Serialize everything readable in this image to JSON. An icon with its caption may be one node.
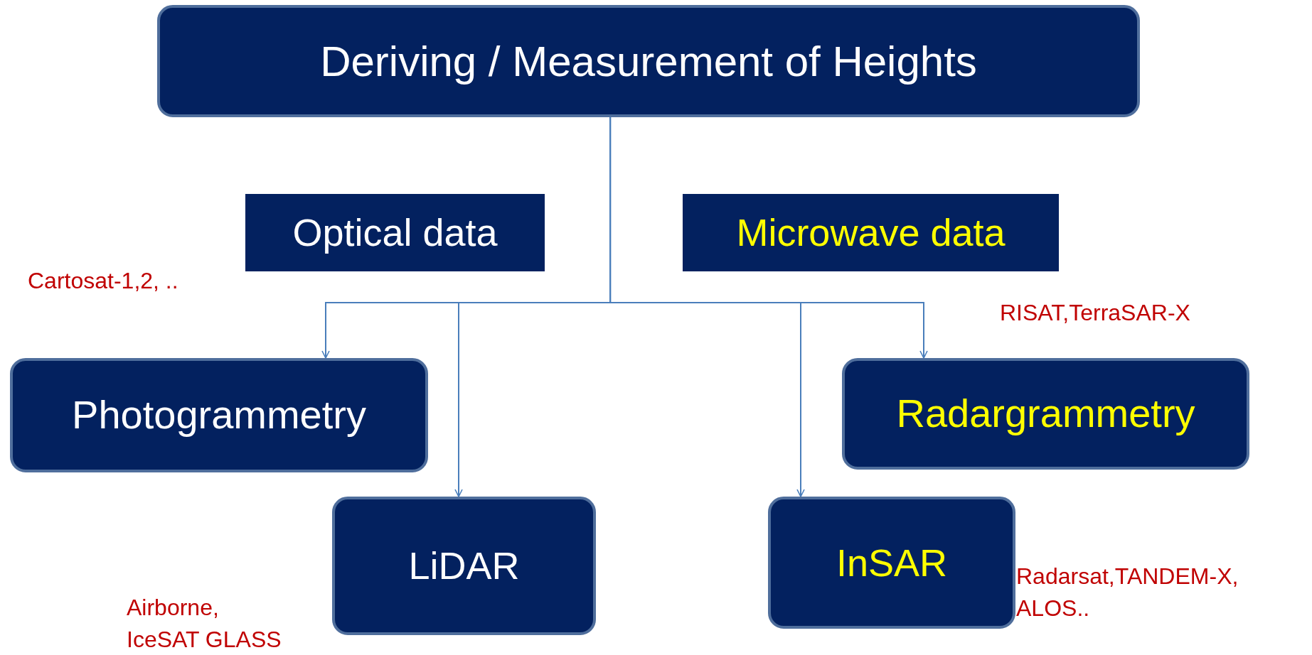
{
  "diagram": {
    "nodes": [
      {
        "text": [
          "Deriving / Measurement of Heights"
        ]
      },
      {
        "text": [
          "Optical data"
        ]
      },
      {
        "text": [
          "Microwave data"
        ]
      },
      {
        "text": [
          "Photogrammetry"
        ],
        "beside": [
          "Cartosat-1,2, .."
        ]
      },
      {
        "text": [
          "Radargrammetry"
        ],
        "beside": [
          "RISAT,TerraSAR-X"
        ]
      },
      {
        "text": [
          "LiDAR"
        ],
        "beside": [
          "Airborne, IceSAT GLASS"
        ]
      },
      {
        "text": [
          "InSAR"
        ],
        "beside": [
          "Radarsat,TANDEM-X, ALOS.."
        ]
      }
    ],
    "edges": [
      {
        "from": 0,
        "to": 3,
        "arrow": "to"
      },
      {
        "from": 0,
        "to": 5,
        "arrow": "to"
      },
      {
        "from": 0,
        "to": 6,
        "arrow": "to"
      },
      {
        "from": 0,
        "to": 4,
        "arrow": "to"
      }
    ]
  }
}
